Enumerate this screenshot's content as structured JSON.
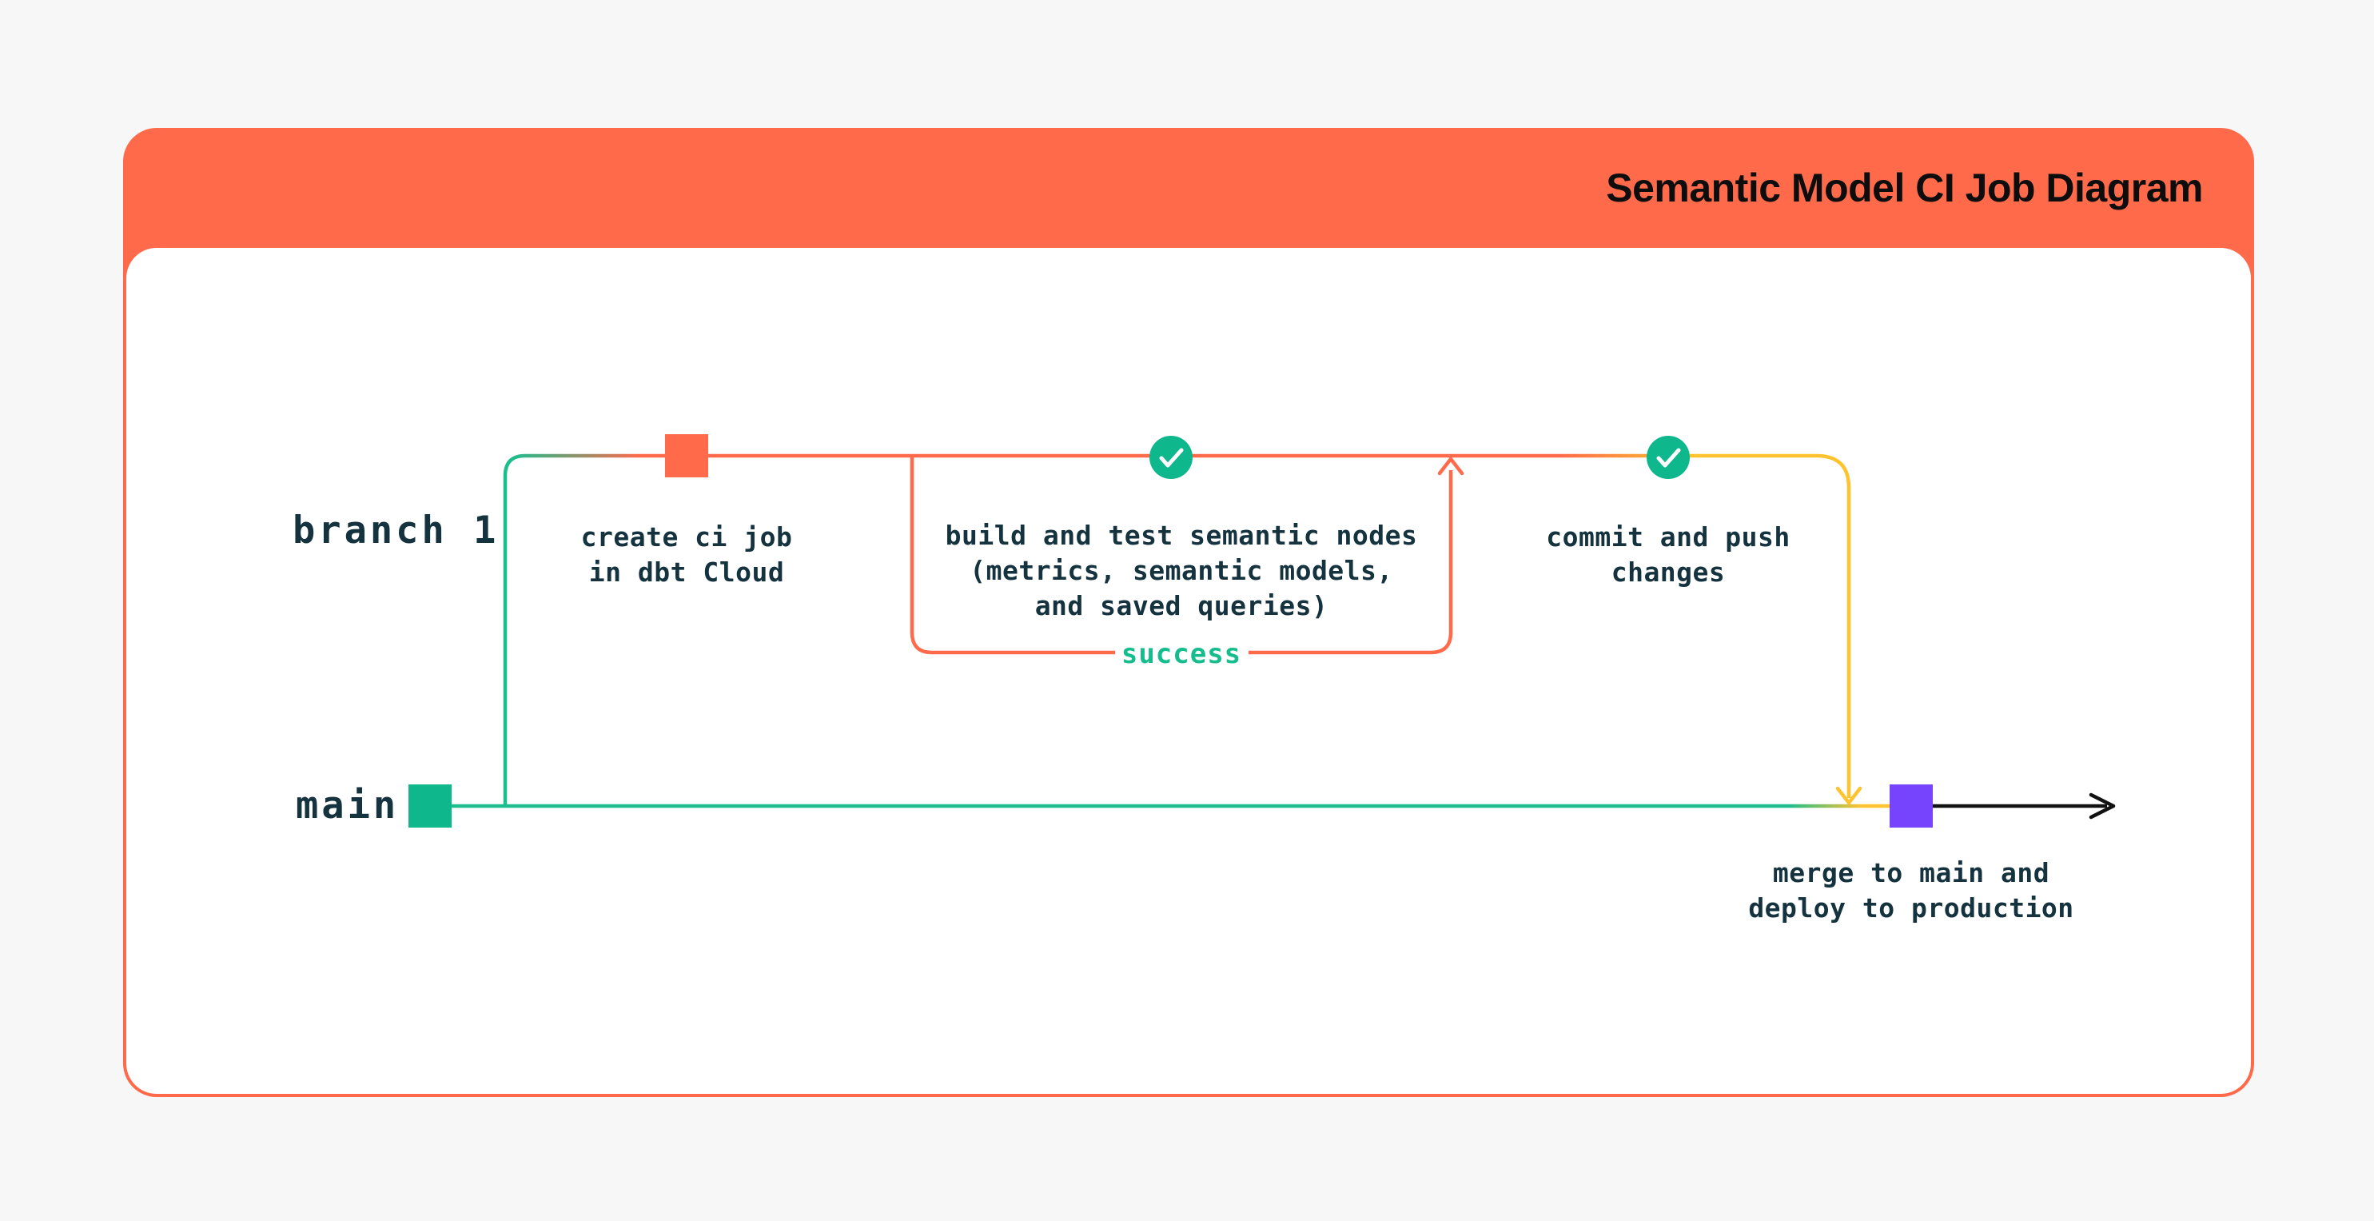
{
  "header": {
    "title": "Semantic Model CI Job Diagram",
    "logo": "dbt-logo"
  },
  "tracks": {
    "branch_label": "branch 1",
    "main_label": "main"
  },
  "nodes": {
    "create_ci": {
      "marker": "commit-square",
      "label": "create ci job\nin dbt Cloud"
    },
    "build_test": {
      "marker": "check-circle",
      "label": "build and test semantic nodes\n(metrics, semantic models,\nand saved queries)"
    },
    "commit_push": {
      "marker": "check-circle",
      "label": "commit and push\nchanges"
    },
    "merge_deploy": {
      "marker": "merge-square",
      "label": "merge to main and\ndeploy to production"
    }
  },
  "loop": {
    "label": "success"
  },
  "colors": {
    "header_orange": "#ff6a4a",
    "line_orange": "#ff6a4a",
    "line_green": "#1cbe8e",
    "node_green": "#0fb78c",
    "yellow": "#fec32e",
    "purple": "#7644fc",
    "success_green": "#15bd8c",
    "text_dark": "#14333f",
    "title_black": "#0d0d0d",
    "arrow_black": "#111111",
    "page_bg": "#f7f7f8",
    "panel_white": "#ffffff"
  }
}
